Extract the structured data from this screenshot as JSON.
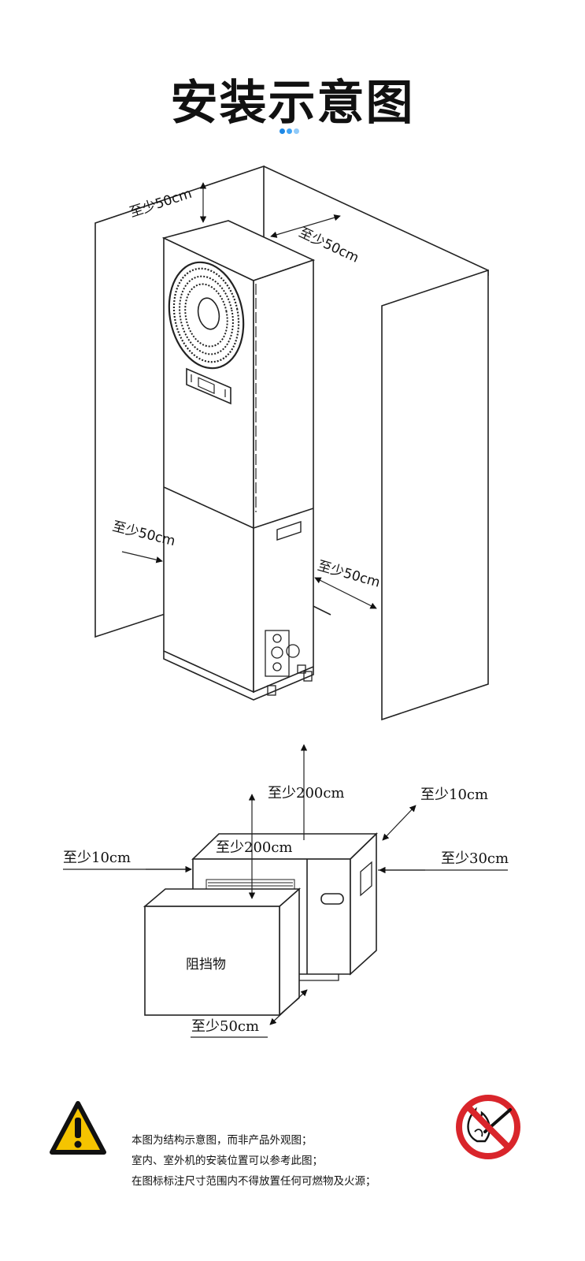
{
  "title": "安装示意图",
  "accent_dots": [
    "#1e88e5",
    "#42a5f5",
    "#90caf9"
  ],
  "indoor_diagram": {
    "labels": {
      "top_left": "至少50cm",
      "top_right": "至少50cm",
      "mid_left": "至少50cm",
      "mid_right": "至少50cm"
    }
  },
  "outdoor_diagram": {
    "labels": {
      "top_outer": "至少200cm",
      "top_inner": "至少200cm",
      "top_right": "至少10cm",
      "left": "至少10cm",
      "right": "至少30cm",
      "bottom": "至少50cm",
      "obstacle": "阻挡物"
    }
  },
  "notes": [
    "本图为结构示意图，而非产品外观图；",
    "室内、室外机的安装位置可以参考此图；",
    "在图标标注尺寸范围内不得放置任何可燃物及火源；"
  ],
  "icons": {
    "warning": "warning-triangle-icon",
    "no_fire": "no-fire-icon"
  },
  "colors": {
    "warning_fill": "#f5c400",
    "prohibit_red": "#d9252b"
  }
}
